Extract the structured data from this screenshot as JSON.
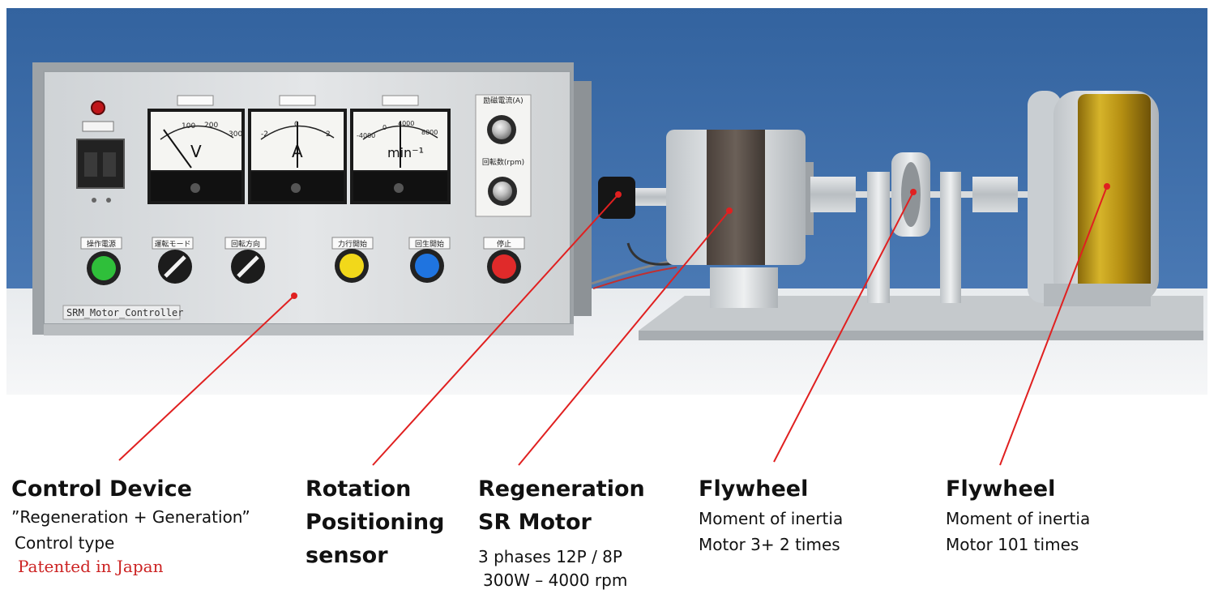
{
  "photo": {
    "controller": {
      "name_label": "SRM_Motor_Controller",
      "meters": [
        {
          "unit": "V",
          "scale": [
            "100",
            "200",
            "300"
          ]
        },
        {
          "unit": "A",
          "scale": [
            "-2",
            "0",
            "2"
          ]
        },
        {
          "unit": "min⁻¹",
          "scale": [
            "-4000",
            "0",
            "4000",
            "8000"
          ]
        }
      ],
      "knob_labels": [
        "励磁電流(A)",
        "回転数(rpm)"
      ],
      "button_labels": [
        "操作電源",
        "運転モード",
        "回転方向",
        "力行開始",
        "回生開始",
        "停止"
      ],
      "colors": {
        "green": "#2fbf3a",
        "yellow": "#f2d81a",
        "blue": "#1f74e0",
        "red": "#e02a2a",
        "wall": "#3c6aa8",
        "panel": "#d9dcde"
      }
    }
  },
  "callout_color": "#e02020",
  "labels": {
    "control_device": {
      "title": "Control Device",
      "line1": "”Regeneration + Generation”",
      "line2": "Control type",
      "patent": "Patented in Japan",
      "patent_color": "#cc2222"
    },
    "rotation_sensor": {
      "line1": "Rotation",
      "line2": "Positioning",
      "line3": "sensor"
    },
    "sr_motor": {
      "title1": "Regeneration",
      "title2": "SR Motor",
      "spec1": "3 phases 12P / 8P",
      "spec2": "300W – 4000 rpm"
    },
    "flywheel_small": {
      "title": "Flywheel",
      "line1": "Moment of inertia",
      "line2": "Motor 3+ 2 times"
    },
    "flywheel_large": {
      "title": "Flywheel",
      "line1": "Moment of inertia",
      "line2": "Motor 101 times"
    }
  }
}
